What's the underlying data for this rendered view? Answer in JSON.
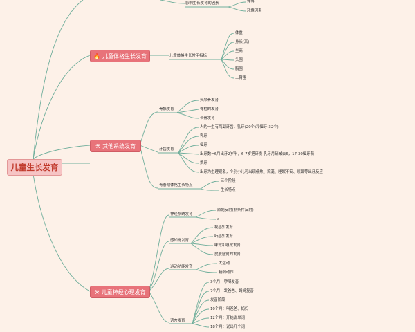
{
  "root": {
    "label": "儿童生长发育"
  },
  "top": {
    "factors_label": "影响生长发育的因素",
    "items": [
      "性等",
      "环境因素"
    ]
  },
  "branches": [
    {
      "icon": "fire-icon",
      "label": "儿童体格生长发育",
      "children": [
        {
          "label": "儿童体格生长常用指标",
          "items": [
            "体重",
            "身长(高)",
            "坐高",
            "头围",
            "胸围",
            "上臂围"
          ]
        }
      ]
    },
    {
      "icon": "tools-icon",
      "label": "其他系统发育",
      "children": [
        {
          "label": "骨骼发育",
          "items": [
            "头颅骨发育",
            "脊柱的发育",
            "长骨发育"
          ]
        },
        {
          "label": "牙齿发育",
          "items": [
            "人的一生有两副牙齿，乳牙(20个)和恒牙(32个)",
            "乳牙",
            "恒牙",
            "出牙数=6月出牙2岁半，6-7岁把牙换 乳牙月龄减去6，17-30恒牙萌",
            "换牙",
            "出牙为生理现象，个别小儿可出现低热、流涎、睡眠不安、烦躁等出牙反应"
          ]
        },
        {
          "label": "青春期体格生长特点",
          "items": [
            "三个阶段",
            "生长特点"
          ]
        }
      ]
    },
    {
      "icon": "tools-icon",
      "label": "儿童神经心理发育",
      "children": [
        {
          "label": "神经系统发育",
          "items": [
            "原始反射(非条件反射)",
            "a"
          ]
        },
        {
          "label": "感知觉发育",
          "items": [
            "视感知发育",
            "听感知发育",
            "味觉和嗅觉发育",
            "皮肤感觉的发育"
          ]
        },
        {
          "label": "运动功能发育",
          "items": [
            "大运动",
            "精细动作"
          ]
        },
        {
          "label": "语言发育",
          "items": [
            "3个月：咿呀发音",
            "7个月：发爸爸、妈妈复音",
            "发音阶段",
            "10个月：叫爸爸、妈妈",
            "12个月：开始说单词",
            "18个月：说出几个词"
          ]
        }
      ]
    }
  ]
}
